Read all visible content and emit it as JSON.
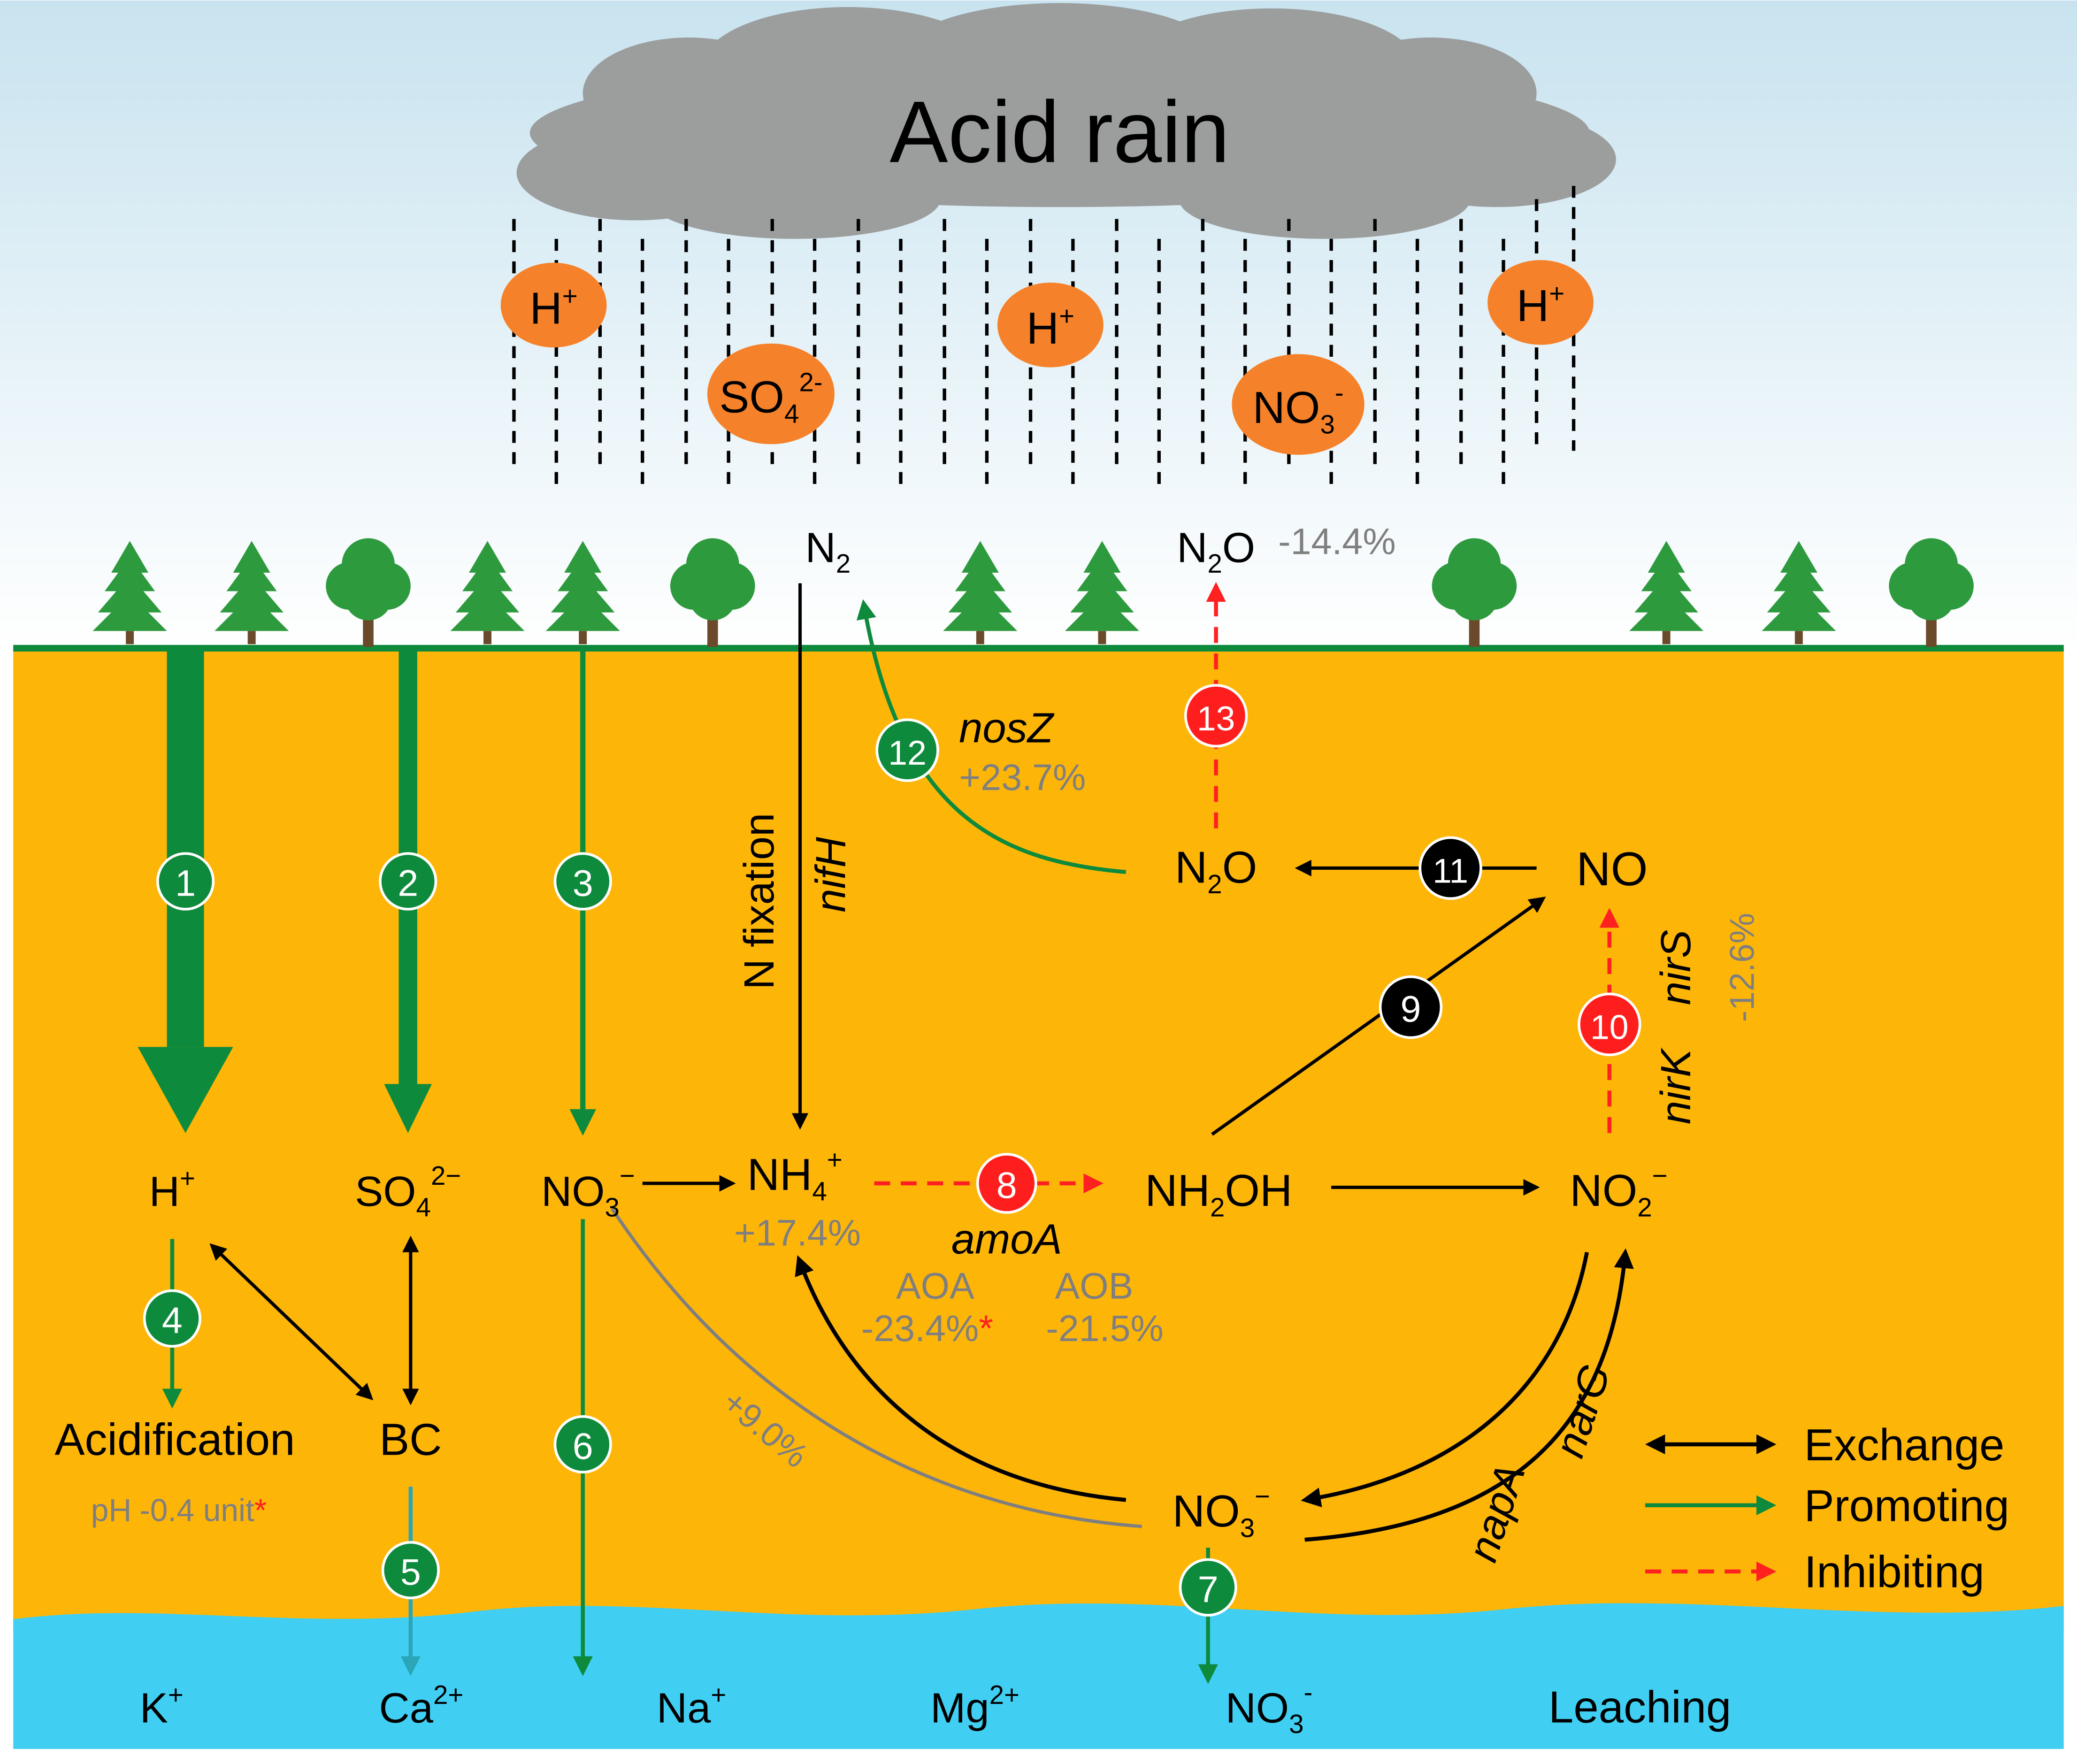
{
  "title": "Acid rain",
  "rain_ions": [
    {
      "base": "H",
      "sup": "+"
    },
    {
      "base": "SO",
      "sub": "4",
      "sup": "2-"
    },
    {
      "base": "H",
      "sup": "+"
    },
    {
      "base": "NO",
      "sub": "3",
      "sup": "-"
    },
    {
      "base": "H",
      "sup": "+"
    }
  ],
  "surface": {
    "n2": {
      "base": "N",
      "sub": "2"
    },
    "n2o": {
      "base": "N",
      "sub": "2",
      "tail": "O"
    },
    "n2o_change": "-14.4%"
  },
  "soil": {
    "h": {
      "base": "H",
      "sup": "+"
    },
    "so4": {
      "base": "SO",
      "sub": "4",
      "sup": "2−"
    },
    "no3_left": {
      "base": "NO",
      "sub": "3",
      "sup": "−"
    },
    "nh4": {
      "base": "NH",
      "sub": "4",
      "sup": "+"
    },
    "nh4_change": "+17.4%",
    "nh2oh": {
      "base": "NH",
      "sub": "2",
      "tail": "OH"
    },
    "no2": {
      "base": "NO",
      "sub": "2",
      "sup": "−"
    },
    "no": "NO",
    "n2o": {
      "base": "N",
      "sub": "2",
      "tail": "O"
    },
    "no3_bottom": {
      "base": "NO",
      "sub": "3",
      "sup": "−"
    },
    "acidification": "Acidification",
    "ph_change": "pH",
    "ph_change_value": "-0.4 unit",
    "bc": "BC",
    "asterisk": "*"
  },
  "process_labels": {
    "n_fixation": "N fixation",
    "nifh": "nifH",
    "nosz": "nosZ",
    "nosz_change": "+23.7%",
    "amoa": "amoA",
    "aoa": "AOA",
    "aob": "AOB",
    "aoa_change": "-23.4%",
    "aob_change": "-21.5%",
    "nirk": "nirK",
    "nirs": "nirS",
    "nir_change": "-12.6%",
    "napa": "napA",
    "narg": "narG",
    "nitrate_path_change": "+9.0%"
  },
  "step_numbers": [
    "1",
    "2",
    "3",
    "4",
    "5",
    "6",
    "7",
    "8",
    "9",
    "10",
    "11",
    "12",
    "13"
  ],
  "leaching": [
    {
      "base": "K",
      "sup": "+"
    },
    {
      "base": "Ca",
      "sup": "2+"
    },
    {
      "base": "Na",
      "sup": "+"
    },
    {
      "base": "Mg",
      "sup": "2+"
    },
    {
      "base": "NO",
      "sub": "3",
      "sup": "-"
    },
    {
      "base": "Leaching"
    }
  ],
  "legend": {
    "exchange": "Exchange",
    "promoting": "Promoting",
    "inhibiting": "Inhibiting"
  },
  "colors": {
    "soil": "#fdb508",
    "water": "#40cff2",
    "cloud": "#9c9e9e",
    "ion_bubble": "#f5822a",
    "promote": "#0e8a3c",
    "inhibit": "#ff2020",
    "gray_text": "#7f7f7f",
    "tree": "#2e9a3e"
  }
}
